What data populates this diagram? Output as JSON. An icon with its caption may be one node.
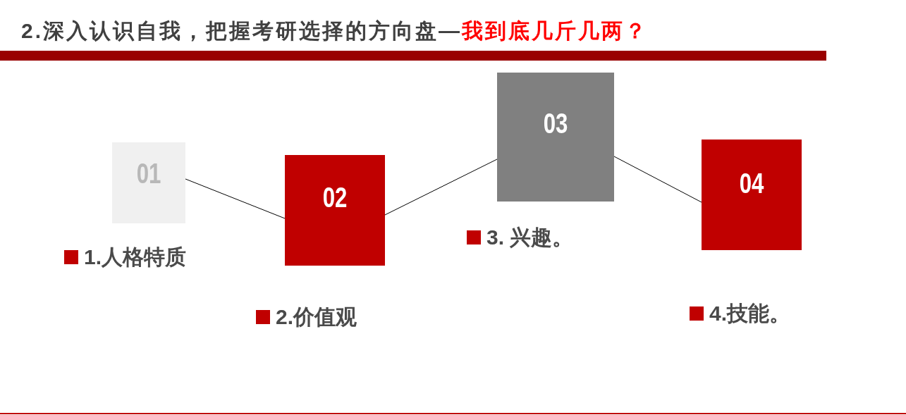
{
  "diagram": {
    "title": "2.深入认识自我，把握考研选择的方向盘—",
    "nodes": [
      {
        "text": [
          "01"
        ],
        "beside": [
          "1.人格特质"
        ]
      },
      {
        "text": [
          "02"
        ],
        "beside": [
          "2.价值观"
        ]
      },
      {
        "text": [
          "03"
        ],
        "beside": [
          "3. 兴趣。"
        ]
      },
      {
        "text": [
          "04"
        ],
        "beside": [
          "4.技能。"
        ]
      }
    ],
    "edges": [
      {
        "from": 0,
        "to": 1,
        "arrow": "none"
      },
      {
        "from": 1,
        "to": 2,
        "arrow": "none"
      },
      {
        "from": 2,
        "to": 3,
        "arrow": "none"
      }
    ],
    "labels": [
      "我到底几斤几两？"
    ]
  }
}
